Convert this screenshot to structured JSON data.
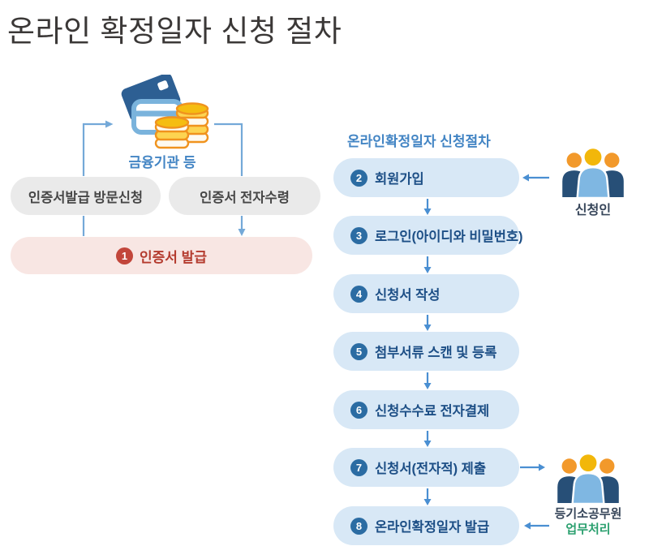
{
  "page_title": "온라인 확정일자 신청 절차",
  "left_flow": {
    "institution_label": "금융기관 등",
    "visit_box": "인증서발급 방문신청",
    "receive_box": "인증서 전자수령",
    "issue_step": {
      "num": "1",
      "label": "인증서 발급"
    }
  },
  "right_flow": {
    "header": "온라인확정일자 신청절차",
    "steps": [
      {
        "num": "2",
        "label": "회원가입"
      },
      {
        "num": "3",
        "label": "로그인(아이디와 비밀번호)"
      },
      {
        "num": "4",
        "label": "신청서 작성"
      },
      {
        "num": "5",
        "label": "첨부서류 스캔 및 등록"
      },
      {
        "num": "6",
        "label": "신청수수료 전자결제"
      },
      {
        "num": "7",
        "label": "신청서(전자적) 제출"
      },
      {
        "num": "8",
        "label": "온라인확정일자 발급"
      }
    ],
    "applicant_label": "신청인",
    "officer_label": "등기소공무원",
    "officer_sublabel": "업무처리"
  },
  "colors": {
    "accent_blue": "#4385c4",
    "box_blue": "#d8e8f6",
    "num_blue": "#2b6ca3",
    "text_navy": "#1d4f86",
    "box_gray": "#eaeaea",
    "box_pink": "#f8e6e3",
    "text_red": "#b43b2e",
    "num_red": "#c2463b",
    "arrow_blue": "#4a8fd2",
    "green": "#2ba06f"
  }
}
